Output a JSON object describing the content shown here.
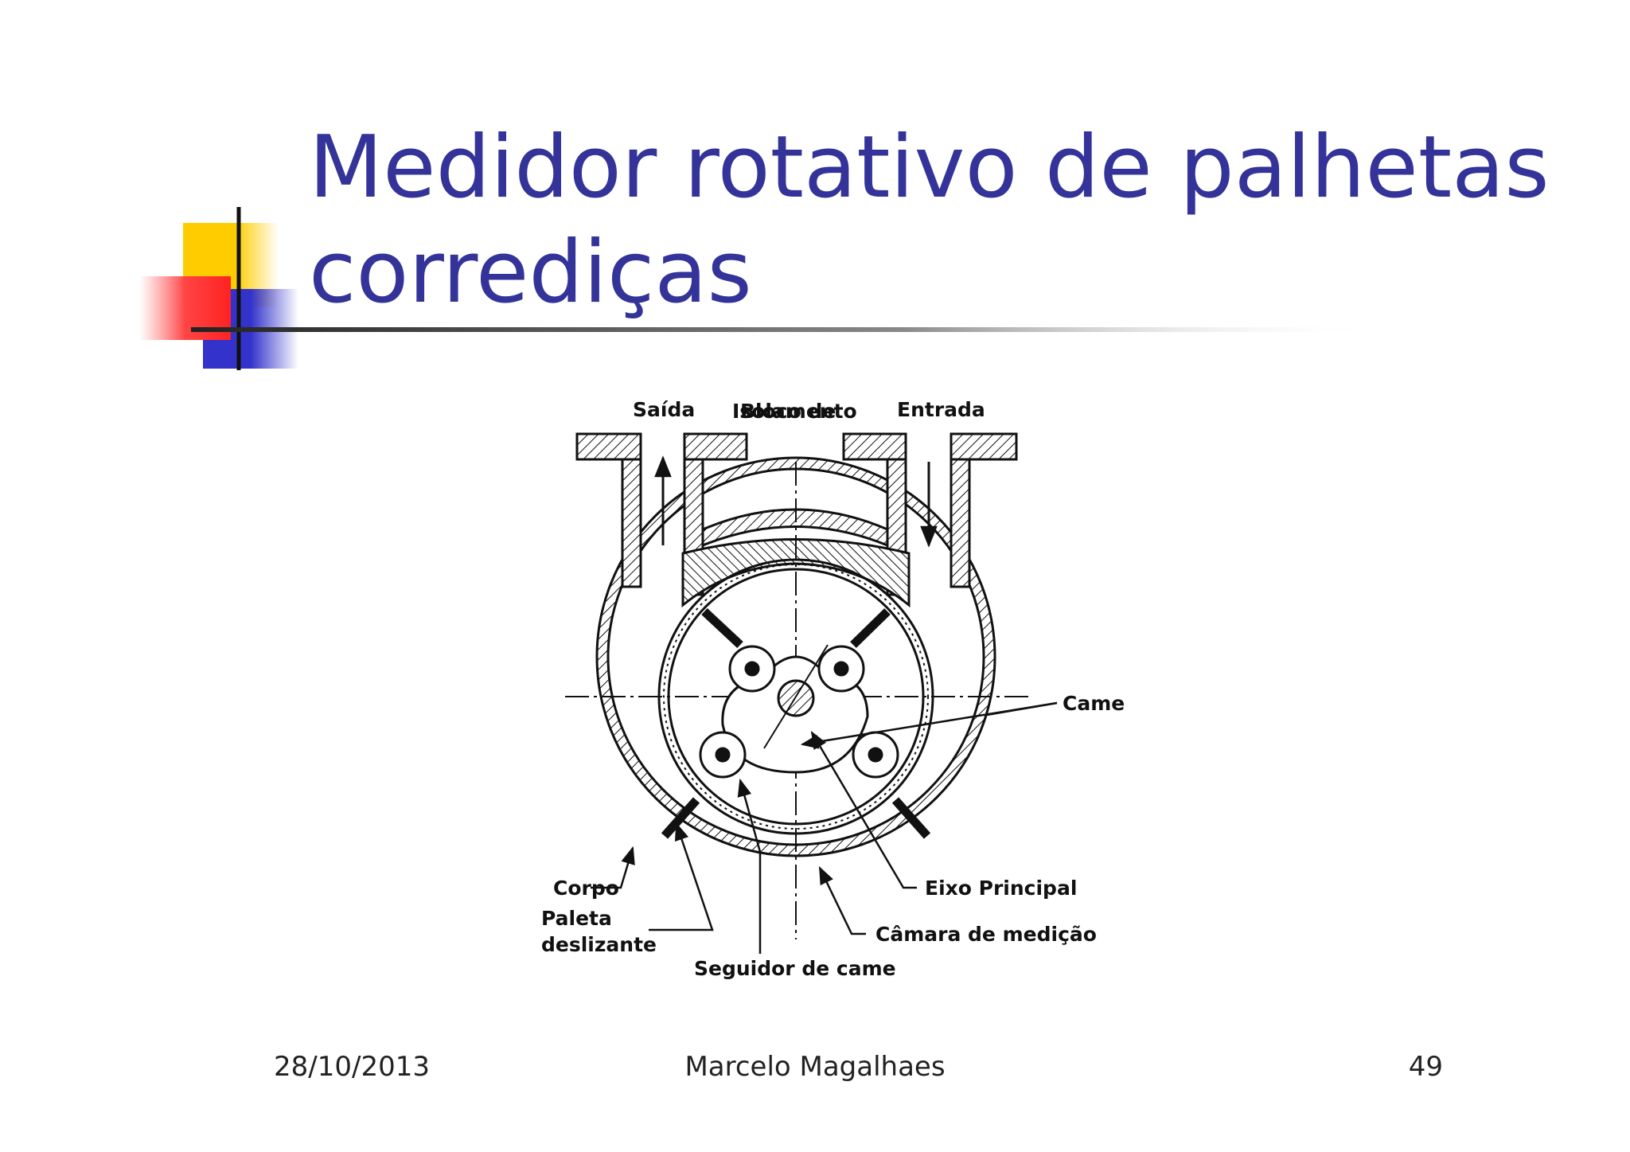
{
  "slide": {
    "title_line1": "Medidor rotativo de palhetas",
    "title_line2": "corrediças"
  },
  "diagram": {
    "labels": {
      "bloco_de": "Bloco de",
      "isolamento": "Isolamento",
      "saida": "Saída",
      "entrada": "Entrada",
      "came": "Came",
      "corpo": "Corpo",
      "paleta": "Paleta",
      "deslizante": "deslizante",
      "eixo_principal": "Eixo Principal",
      "camara_de_medicao": "Câmara de medição",
      "seguidor_de_came": "Seguidor de came"
    }
  },
  "footer": {
    "date": "28/10/2013",
    "author": "Marcelo Magalhaes",
    "page": "49"
  },
  "colors": {
    "title": "#333399",
    "accent_yellow": "#FFCC00",
    "accent_red": "#FF3333",
    "accent_blue": "#3333CC"
  }
}
